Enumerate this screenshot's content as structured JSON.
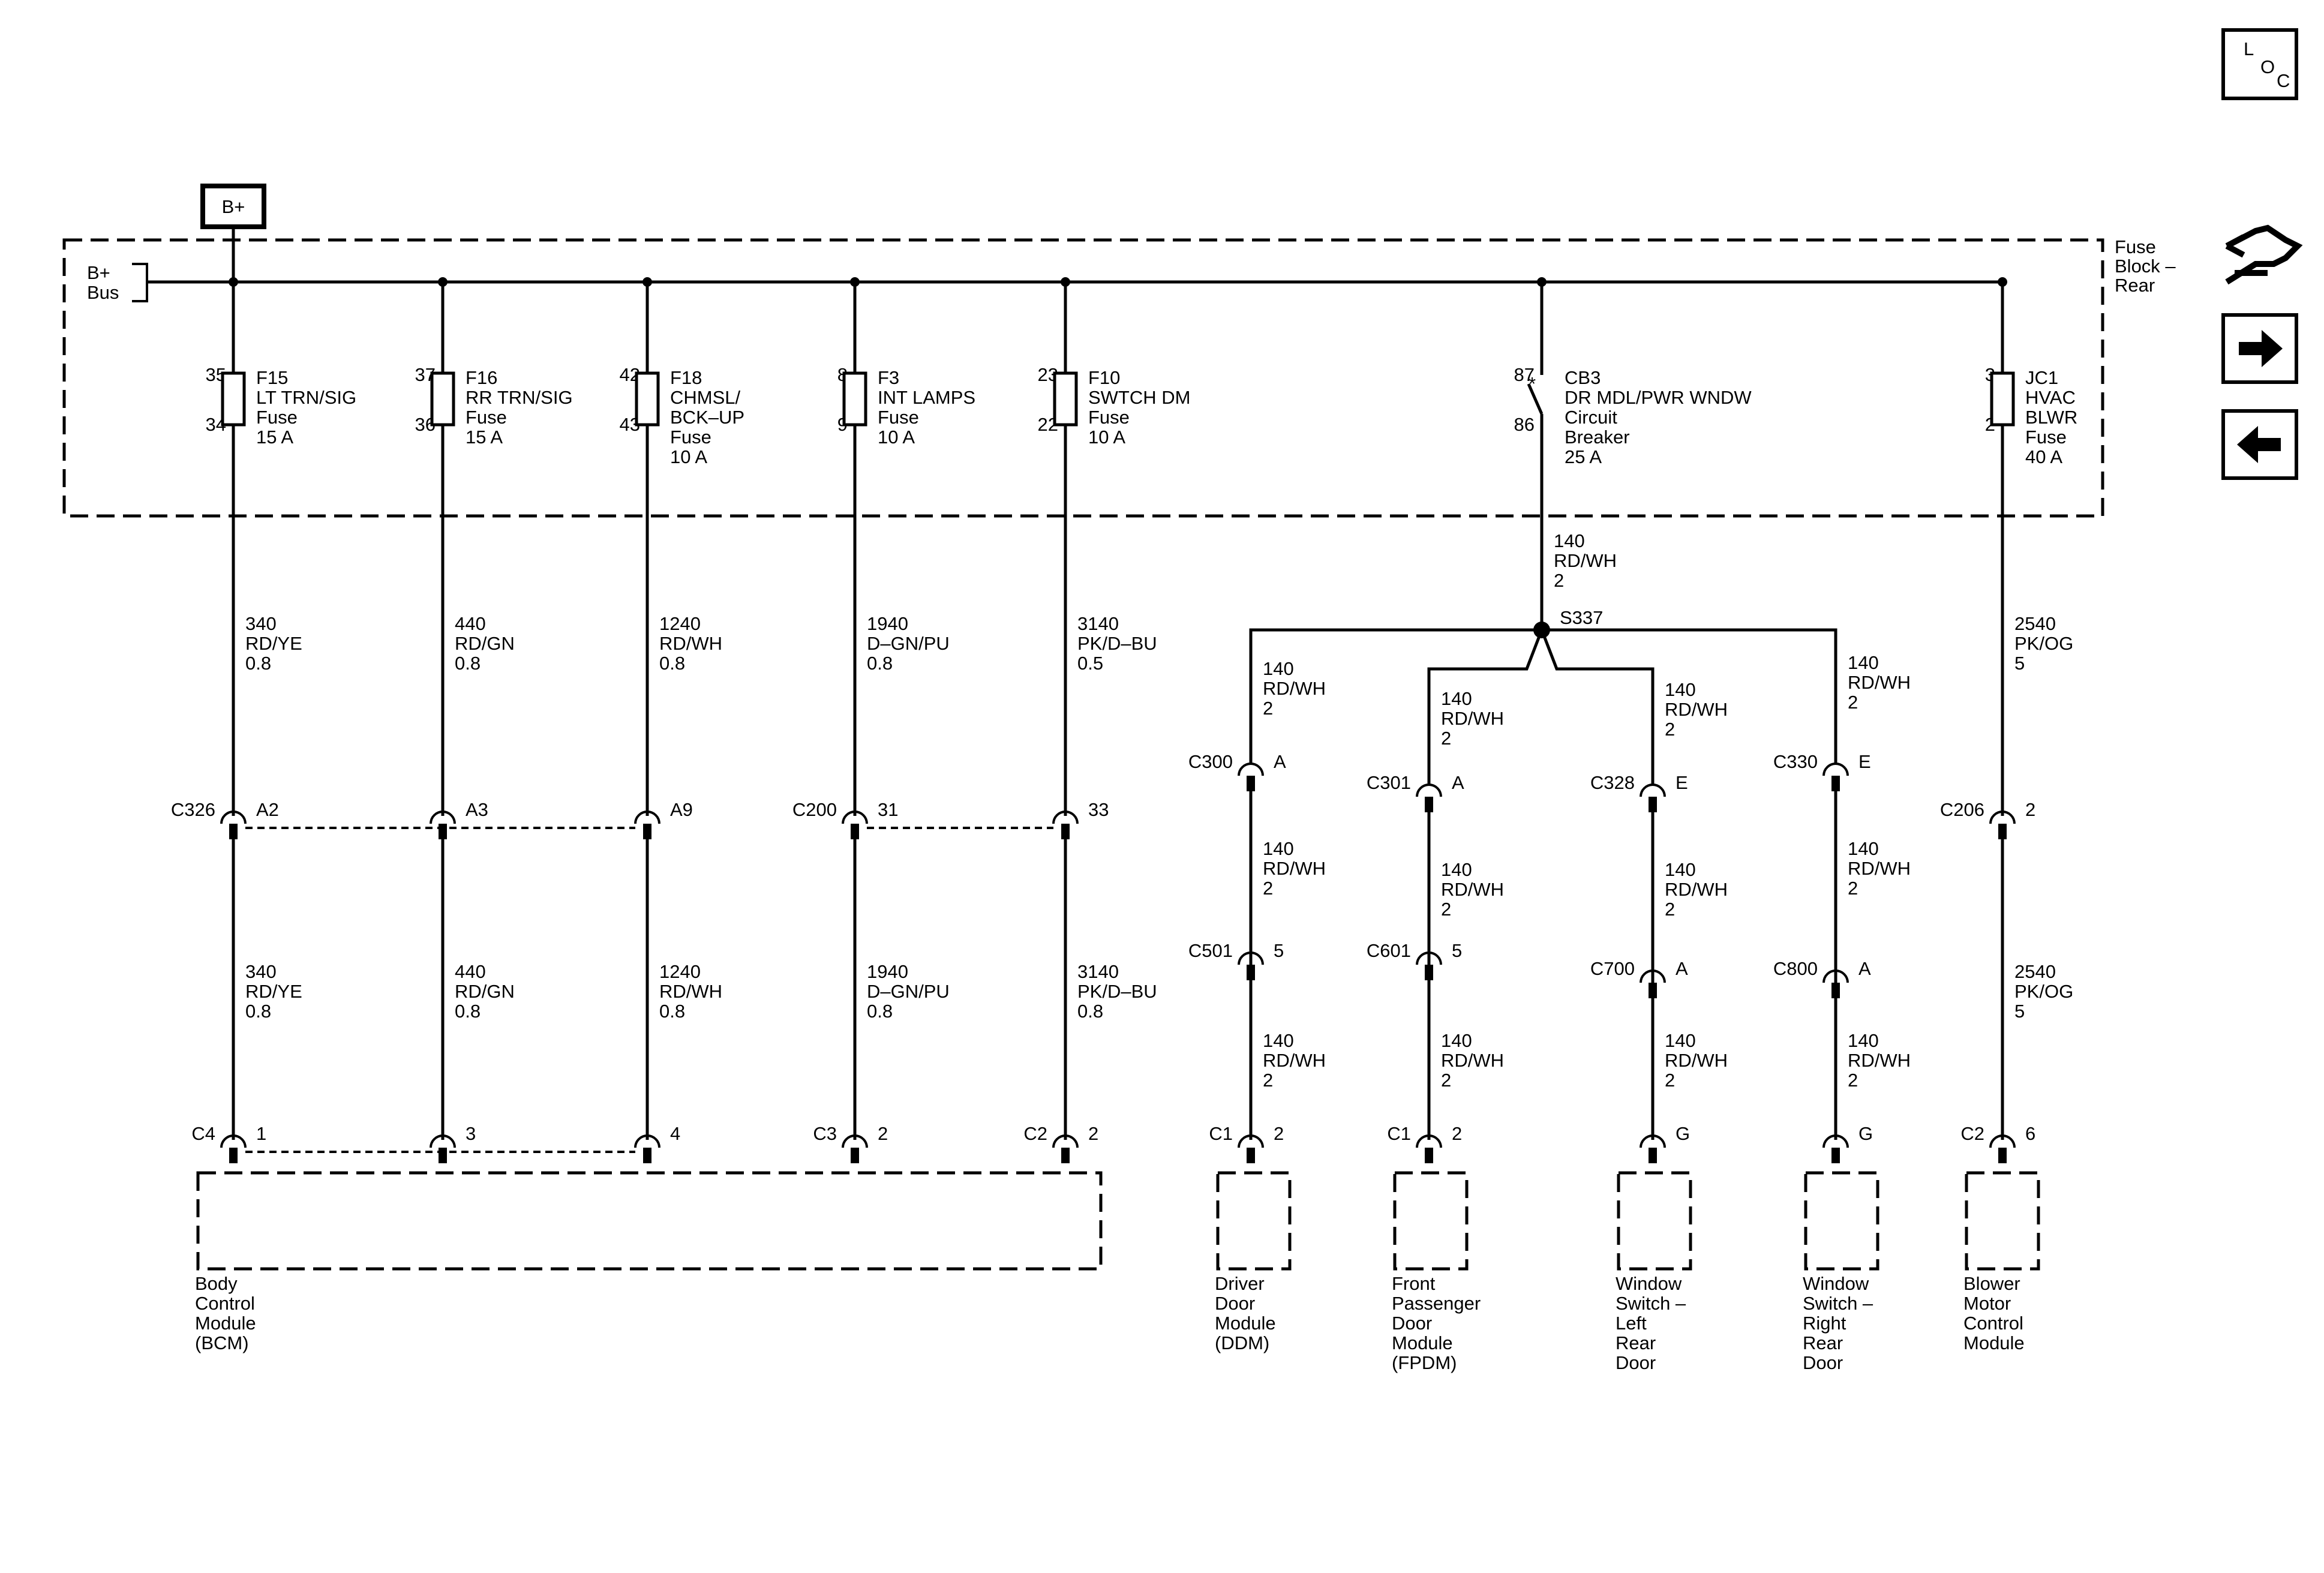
{
  "b_plus": "B+",
  "bus": [
    "B+",
    "Bus"
  ],
  "fuse_block": [
    "Fuse",
    "Block –",
    "Rear"
  ],
  "loc": [
    "L",
    "O",
    "C"
  ],
  "nav": {
    "back_icon": "return-arrow-icon",
    "next_icon": "right-arrow-icon",
    "prev_icon": "left-arrow-icon"
  },
  "fuses": [
    {
      "id": "f15",
      "pin_top": "35",
      "pin_bot": "34",
      "lines": [
        "F15",
        "LT TRN/SIG",
        "Fuse",
        "15 A"
      ]
    },
    {
      "id": "f16",
      "pin_top": "37",
      "pin_bot": "36",
      "lines": [
        "F16",
        "RR TRN/SIG",
        "Fuse",
        "15 A"
      ]
    },
    {
      "id": "f18",
      "pin_top": "42",
      "pin_bot": "43",
      "lines": [
        "F18",
        "CHMSL/",
        "BCK–UP",
        "Fuse",
        "10 A"
      ]
    },
    {
      "id": "f3",
      "pin_top": "8",
      "pin_bot": "9",
      "lines": [
        "F3",
        "INT LAMPS",
        "Fuse",
        "10 A"
      ]
    },
    {
      "id": "f10",
      "pin_top": "23",
      "pin_bot": "22",
      "lines": [
        "F10",
        "SWTCH DM",
        "Fuse",
        "10 A"
      ]
    },
    {
      "id": "cb3",
      "pin_top": "87",
      "pin_bot": "86",
      "lines": [
        "CB3",
        "DR MDL/PWR WNDW",
        "Circuit",
        "Breaker",
        "25 A"
      ]
    },
    {
      "id": "jc1",
      "pin_top": "3",
      "pin_bot": "2",
      "lines": [
        "JC1",
        "HVAC",
        "BLWR",
        "Fuse",
        "40 A"
      ]
    }
  ],
  "wires_upper": [
    [
      "340",
      "RD/YE",
      "0.8"
    ],
    [
      "440",
      "RD/GN",
      "0.8"
    ],
    [
      "1240",
      "RD/WH",
      "0.8"
    ],
    [
      "1940",
      "D–GN/PU",
      "0.8"
    ],
    [
      "3140",
      "PK/D–BU",
      "0.5"
    ],
    [
      "140",
      "RD/WH",
      "2"
    ],
    [
      "2540",
      "PK/OG",
      "5"
    ]
  ],
  "splice": "S337",
  "branch_wire": [
    "140",
    "RD/WH",
    "2"
  ],
  "connectors_mid": [
    {
      "name": "C326",
      "pins": [
        "A2",
        "A3",
        "A9"
      ]
    },
    {
      "name": "C200",
      "pins": [
        "31",
        "33"
      ]
    },
    {
      "name": "C300",
      "pins": [
        "A"
      ]
    },
    {
      "name": "C301",
      "pins": [
        "A"
      ]
    },
    {
      "name": "C328",
      "pins": [
        "E"
      ]
    },
    {
      "name": "C330",
      "pins": [
        "E"
      ]
    },
    {
      "name": "C206",
      "pins": [
        "2"
      ]
    }
  ],
  "wires_lower": [
    [
      "340",
      "RD/YE",
      "0.8"
    ],
    [
      "440",
      "RD/GN",
      "0.8"
    ],
    [
      "1240",
      "RD/WH",
      "0.8"
    ],
    [
      "1940",
      "D–GN/PU",
      "0.8"
    ],
    [
      "3140",
      "PK/D–BU",
      "0.8"
    ],
    [
      "2540",
      "PK/OG",
      "5"
    ]
  ],
  "connectors_door": [
    {
      "name": "C501",
      "pin": "5"
    },
    {
      "name": "C601",
      "pin": "5"
    },
    {
      "name": "C700",
      "pin": "A"
    },
    {
      "name": "C800",
      "pin": "A"
    }
  ],
  "connectors_bottom": [
    {
      "name": "C4",
      "pins": [
        "1",
        "3",
        "4"
      ]
    },
    {
      "name": "C3",
      "pins": [
        "2"
      ]
    },
    {
      "name": "C2",
      "pins": [
        "2"
      ]
    },
    {
      "name": "C1",
      "pins": [
        "2"
      ]
    },
    {
      "name": "C1",
      "pins": [
        "2"
      ]
    },
    {
      "name": "",
      "pins": [
        "G"
      ]
    },
    {
      "name": "",
      "pins": [
        "G"
      ]
    },
    {
      "name": "C2",
      "pins": [
        "6"
      ]
    }
  ],
  "modules": [
    {
      "id": "bcm",
      "lines": [
        "Body",
        "Control",
        "Module",
        "(BCM)"
      ]
    },
    {
      "id": "ddm",
      "lines": [
        "Driver",
        "Door",
        "Module",
        "(DDM)"
      ]
    },
    {
      "id": "fpdm",
      "lines": [
        "Front",
        "Passenger",
        "Door",
        "Module",
        "(FPDM)"
      ]
    },
    {
      "id": "wslr",
      "lines": [
        "Window",
        "Switch –",
        "Left",
        "Rear",
        "Door"
      ]
    },
    {
      "id": "wsrr",
      "lines": [
        "Window",
        "Switch –",
        "Right",
        "Rear",
        "Door"
      ]
    },
    {
      "id": "bmcm",
      "lines": [
        "Blower",
        "Motor",
        "Control",
        "Module"
      ]
    }
  ]
}
